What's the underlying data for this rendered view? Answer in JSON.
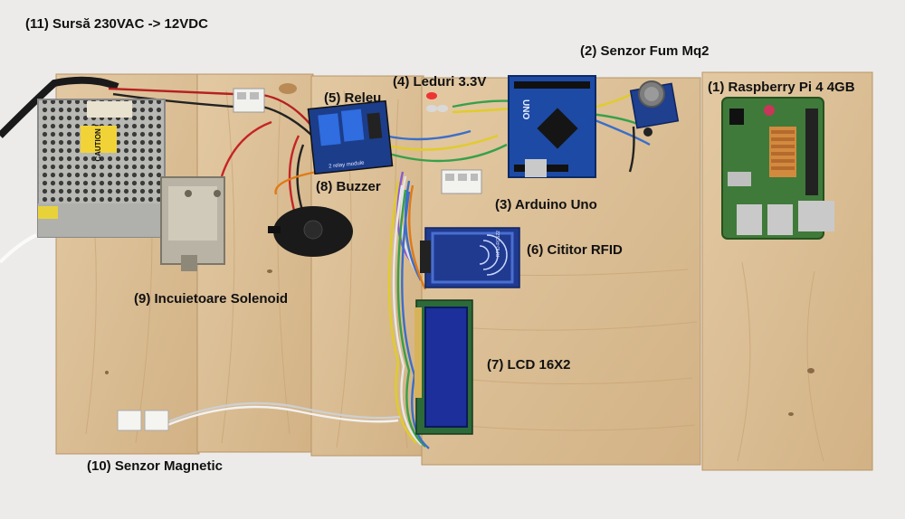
{
  "labels": {
    "psu": "(11) Sursă 230VAC -> 12VDC",
    "smoke": "(2) Senzor Fum Mq2",
    "leds": "(4) Leduri 3.3V",
    "relay": "(5) Releu",
    "rpi": "(1) Raspberry Pi 4 4GB",
    "buzzer": "(8) Buzzer",
    "arduino": "(3) Arduino Uno",
    "rfid": "(6) Cititor RFID",
    "solenoid": "(9) Incuietoare Solenoid",
    "lcd": "(7) LCD 16X2",
    "magnetic": "(10) Senzor Magnetic"
  },
  "components": {
    "psu_warning": "CAUTION !",
    "arduino_text": "UNO",
    "relay_text": "2 relay module",
    "rfid_text": "RFID-RC522"
  },
  "colors": {
    "background": "#ecebe9",
    "wood": "#dcc09a",
    "wood_dark": "#c9a67a",
    "pcb_blue": "#1f3f8f",
    "pcb_green": "#3f7a3a",
    "lcd_screen": "#1d2f9a"
  }
}
